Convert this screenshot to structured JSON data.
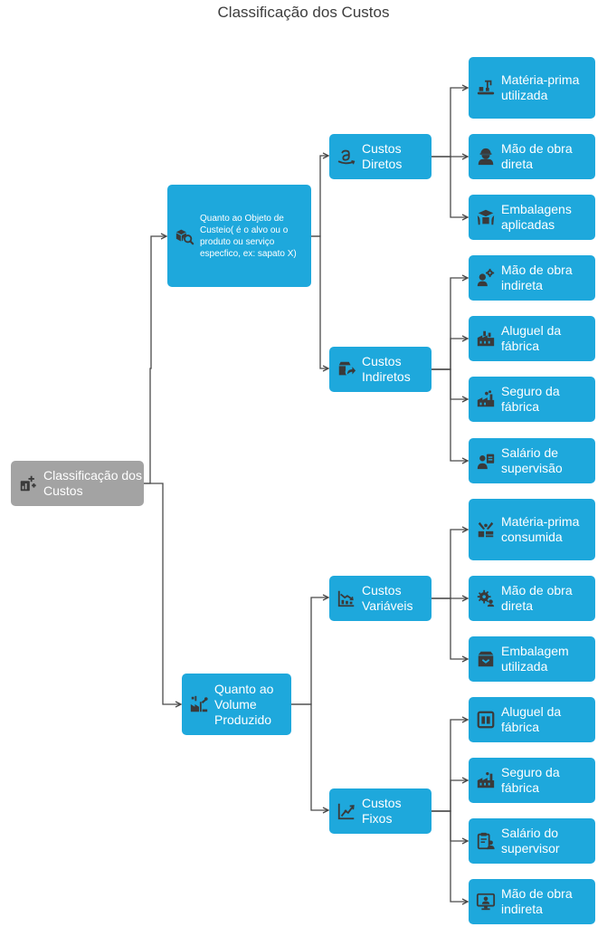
{
  "title": "Classificação dos Custos",
  "nodes": {
    "root": {
      "label": "Classificação dos Custos",
      "icon": "plus-chart-icon"
    },
    "objeto": {
      "label": "Quanto ao Objeto de Custeio( é o alvo ou o produto ou serviço especfico, ex: sapato X)",
      "icon": "box-search-icon"
    },
    "volume": {
      "label": "Quanto ao Volume Produzido",
      "icon": "factory-robot-icon"
    },
    "diretos": {
      "label": "Custos Diretos",
      "icon": "amazon-logo-icon"
    },
    "indiretos": {
      "label": "Custos Indiretos",
      "icon": "box-arrow-icon"
    },
    "variaveis": {
      "label": "Custos Variáveis",
      "icon": "trend-down-chart-icon"
    },
    "fixos": {
      "label": "Custos Fixos",
      "icon": "trend-up-chart-icon"
    },
    "d1": {
      "label": "Matéria-prima utilizada",
      "icon": "conveyor-robot-icon"
    },
    "d2": {
      "label": "Mão de obra direta",
      "icon": "worker-icon"
    },
    "d3": {
      "label": "Embalagens aplicadas",
      "icon": "package-hands-icon"
    },
    "i1": {
      "label": "Mão de obra indireta",
      "icon": "worker-gear-icon"
    },
    "i2": {
      "label": "Aluguel da fábrica",
      "icon": "factory-icon"
    },
    "i3": {
      "label": "Seguro da fábrica",
      "icon": "factory-smoke-icon"
    },
    "i4": {
      "label": "Salário de supervisão",
      "icon": "supervisor-icon"
    },
    "v1": {
      "label": "Matéria-prima consumida",
      "icon": "materials-icon"
    },
    "v2": {
      "label": "Mão de obra direta",
      "icon": "gear-worker-icon"
    },
    "v3": {
      "label": "Embalagem utilizada",
      "icon": "open-box-icon"
    },
    "f1": {
      "label": "Aluguel da fábrica",
      "icon": "building-door-icon"
    },
    "f2": {
      "label": "Seguro da fábrica",
      "icon": "factory-chimney-icon"
    },
    "f3": {
      "label": "Salário do supervisor",
      "icon": "clipboard-person-icon"
    },
    "f4": {
      "label": "Mão de obra indireta",
      "icon": "monitor-person-icon"
    }
  },
  "colors": {
    "node": "#1ea8dc",
    "root": "#a3a3a3",
    "edge": "#4a4a4a",
    "icon": "#3a3a3a"
  }
}
